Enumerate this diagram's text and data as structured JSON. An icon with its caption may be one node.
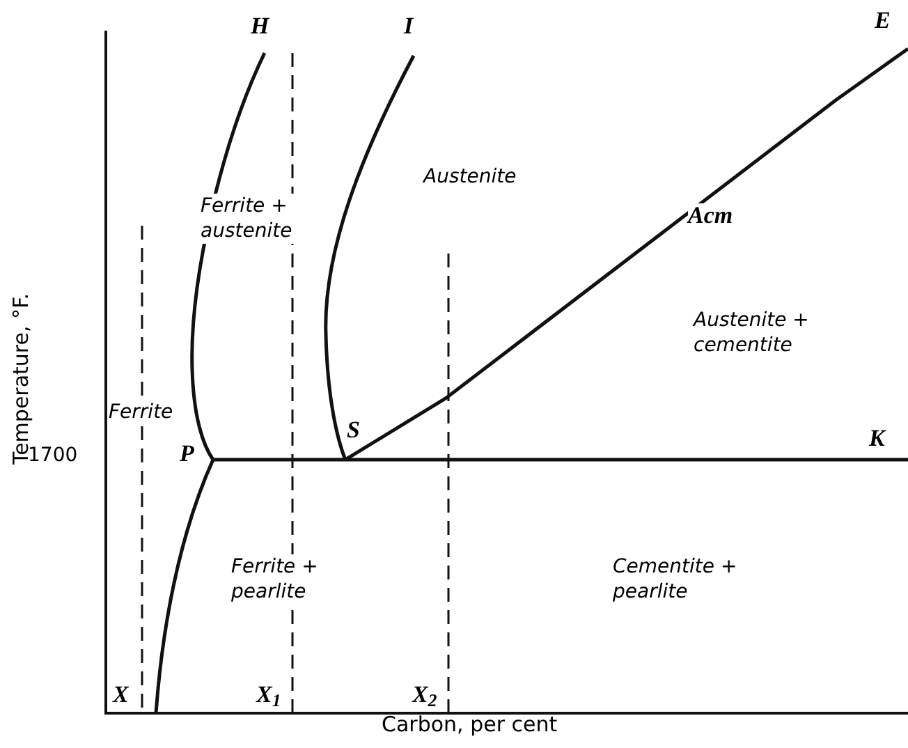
{
  "diagram": {
    "labels": [
      "H",
      "I",
      "E",
      "Austenite",
      "Ferrite + austenite",
      "Acm",
      "Austenite + cementite",
      "Ferrite",
      "1700",
      "P",
      "S",
      "K",
      "Ferrite + pearlite",
      "Cementite + pearlite",
      "X",
      "X$_{1}$",
      "X$_{2}$",
      "Temperature, °F.",
      "Carbon, per cent"
    ]
  }
}
